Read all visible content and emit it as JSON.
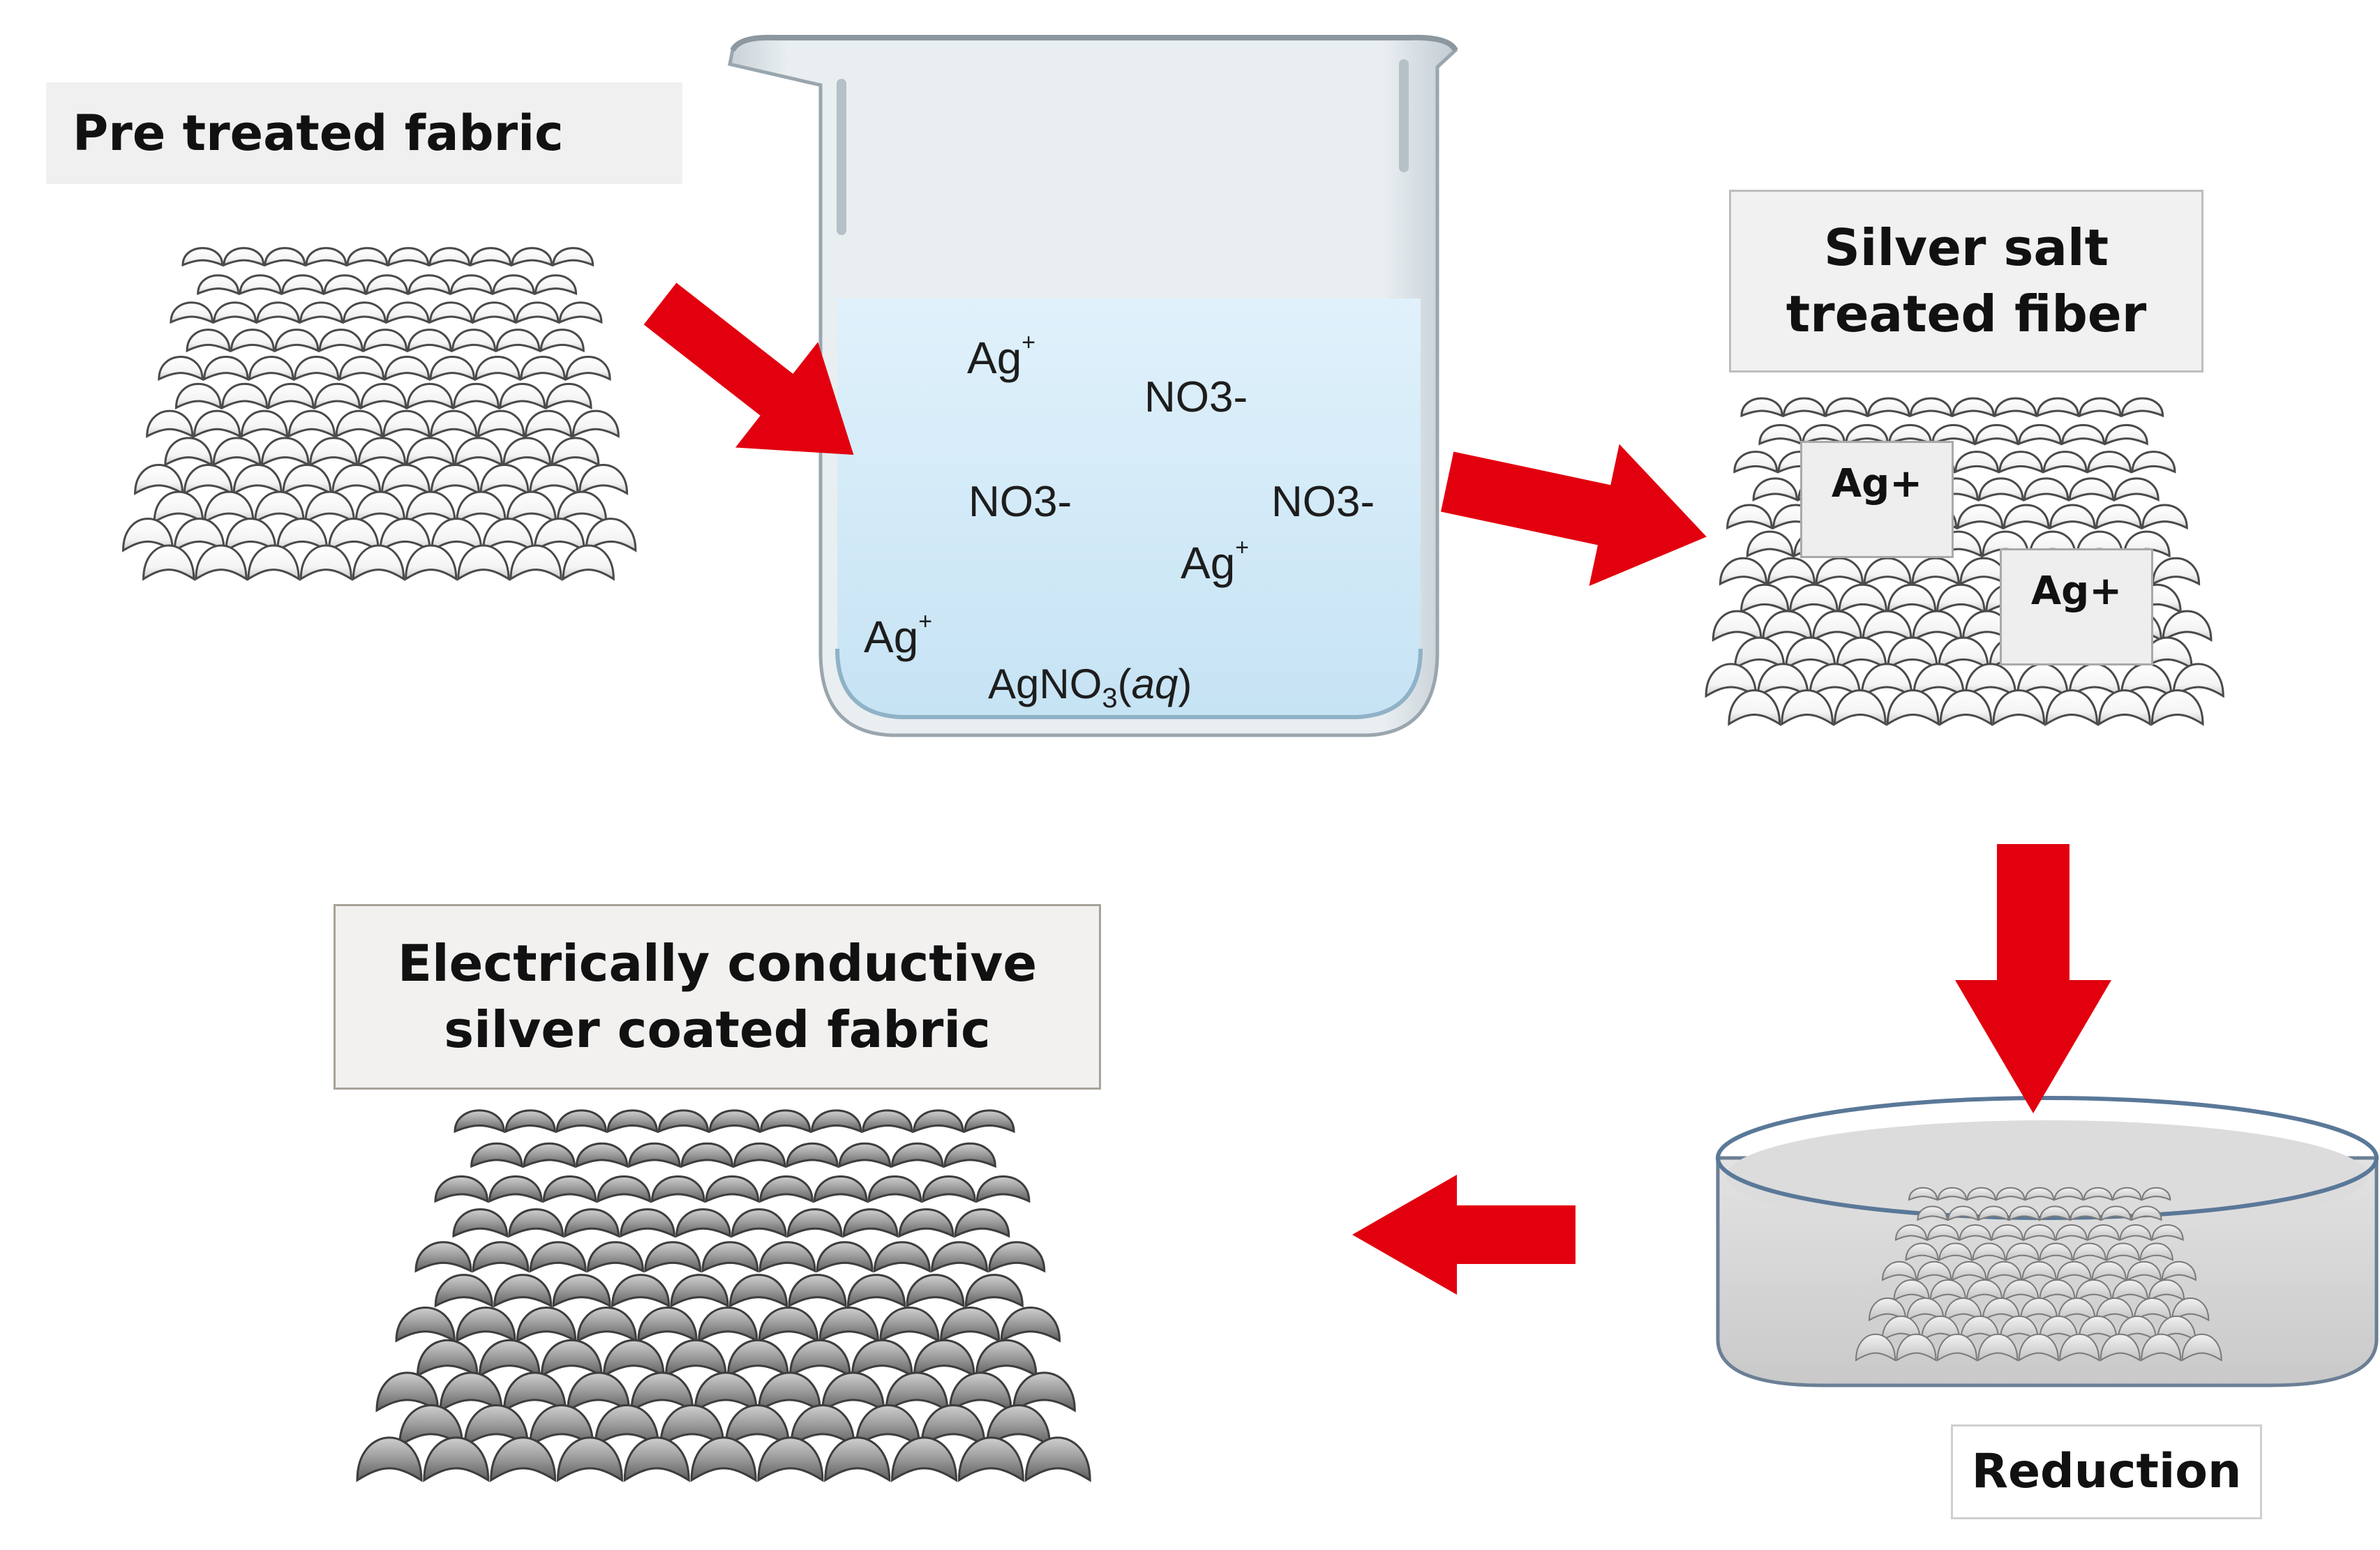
{
  "labels": {
    "pre_treated": "Pre treated fabric",
    "silver_salt_line1": "Silver salt",
    "silver_salt_line2": "treated fiber",
    "electrically_line1": "Electrically conductive",
    "electrically_line2": "silver coated fabric",
    "reduction": "Reduction"
  },
  "beaker": {
    "ions": [
      {
        "base": "Ag",
        "sup": "+"
      },
      {
        "base": "NO3-"
      },
      {
        "base": "NO3-"
      },
      {
        "base": "NO3-"
      },
      {
        "base": "Ag",
        "sup": "+"
      },
      {
        "base": "Ag",
        "sup": "+"
      }
    ],
    "solution": {
      "pre": "AgNO",
      "sub": "3",
      "open": "(",
      "italic": "aq",
      "close": ")"
    }
  },
  "fiber_ions": [
    "Ag+",
    "Ag+"
  ],
  "colors": {
    "arrow": "#e2000f",
    "solution": "#d4ebf8",
    "fabric_white": "#ffffff",
    "fabric_gray": "#8a8a8a",
    "dish_liquid": "#d6d6d6"
  }
}
